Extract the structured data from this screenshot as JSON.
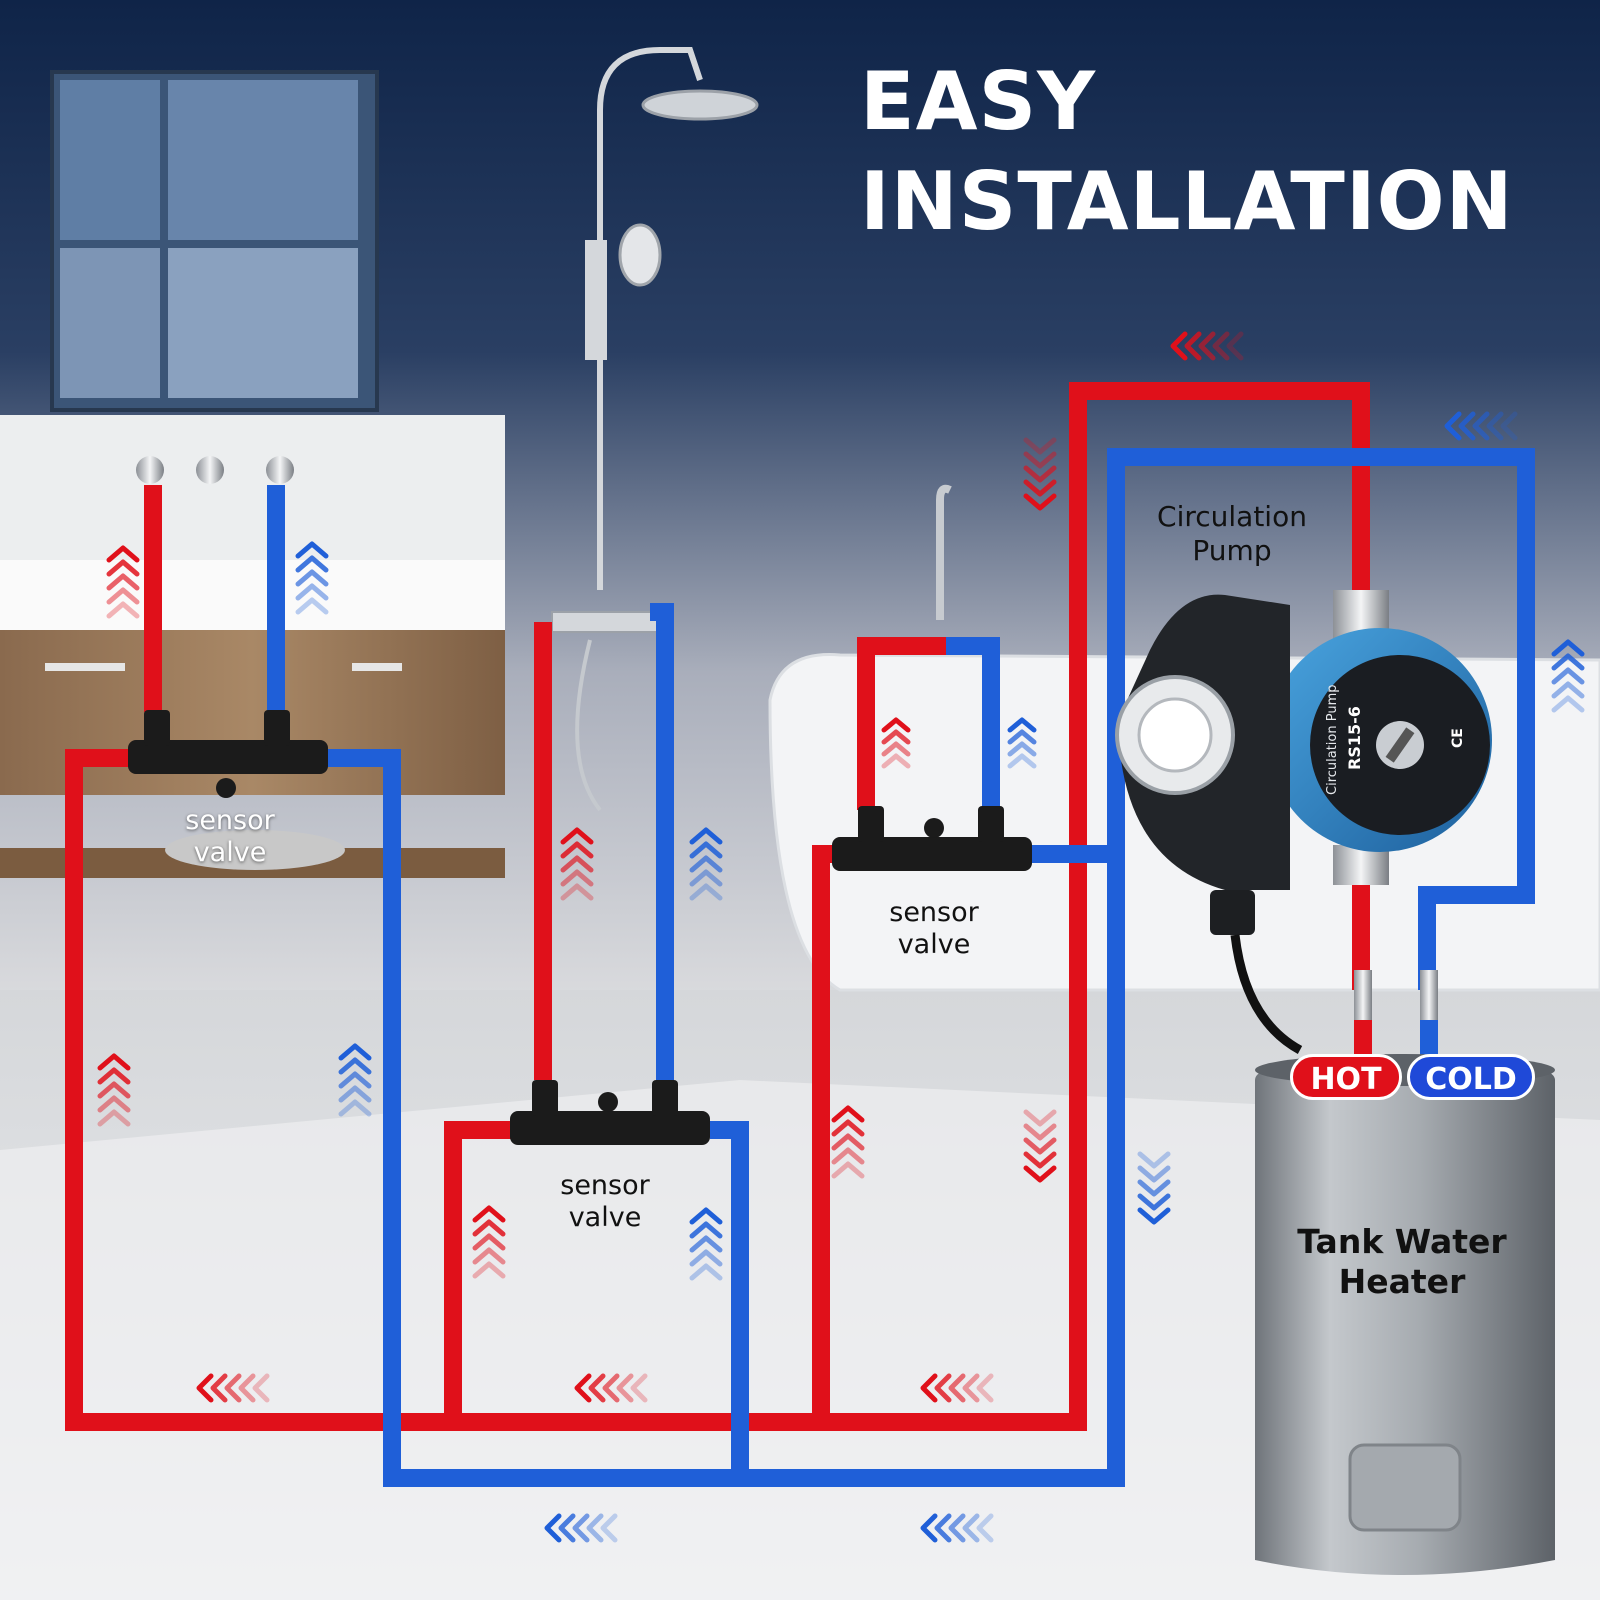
{
  "headline": {
    "line1": "EASY",
    "line2": "INSTALLATION"
  },
  "sensor_valves": [
    {
      "id": "sink",
      "line1": "sensor",
      "line2": "valve"
    },
    {
      "id": "shower",
      "line1": "sensor",
      "line2": "valve"
    },
    {
      "id": "tub",
      "line1": "sensor",
      "line2": "valve"
    }
  ],
  "pump": {
    "line1": "Circulation",
    "line2": "Pump",
    "model": "RS15-6",
    "face_text": "Circulation Pump",
    "ce_mark": "CE"
  },
  "tank": {
    "line1": "Tank Water",
    "line2": "Heater"
  },
  "badges": {
    "hot": "HOT",
    "cold": "COLD"
  },
  "colors": {
    "hot": "#e0101a",
    "cold": "#1f5fd8",
    "headline": "#ffffff",
    "valve": "#1b1b1b",
    "tank": "#9fa4aa"
  }
}
